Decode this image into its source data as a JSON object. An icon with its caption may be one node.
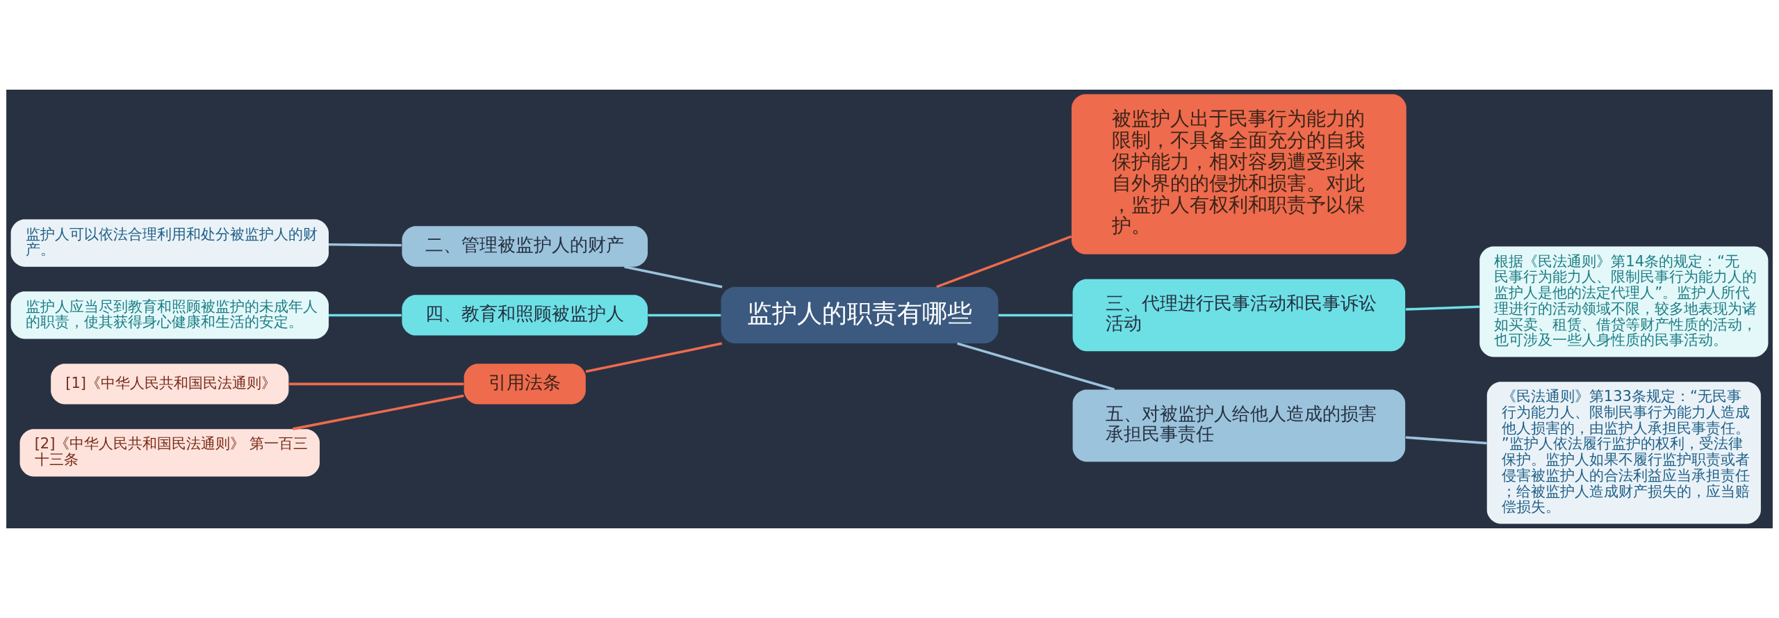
{
  "diagram": {
    "nodes": [
      {
        "text": [
          "监护人的职责有哪些"
        ]
      },
      {
        "text": [
          "被监护人出于民事行为能力的限制，不具备全面充分的自我保护能力，相对容易遭受到来自外界的的侵扰和损害。对此，监护人有权利和职责予以保护。"
        ]
      },
      {
        "text": [
          "三、代理进行民事活动和民事诉讼活动"
        ]
      },
      {
        "text": [
          "根据《民法通则》第14条的规定：“无民事行为能力人、限制民事行为能力人的监护人是他的法定代理人”。监护人所代理进行的活动领域不限，较多地表现为诸如买卖、租赁、借贷等财产性质的活动，也可涉及一些人身性质的民事活动。"
        ]
      },
      {
        "text": [
          "五、对被监护人给他人造成的损害承担民事责任"
        ]
      },
      {
        "text": [
          "《民法通则》第133条规定：“无民事行为能力人、限制民事行为能力人造成他人损害的，由监护人承担民事责任。”监护人依法履行监护的权利，受法律保护。监护人如果不履行监护职责或者侵害被监护人的合法利益应当承担责任；给被监护人造成财产损失的，应当赔偿损失。"
        ]
      },
      {
        "text": [
          "二、管理被监护人的财产"
        ]
      },
      {
        "text": [
          "监护人可以依法合理利用和处分被监护人的财产。"
        ]
      },
      {
        "text": [
          "四、教育和照顾被监护人"
        ]
      },
      {
        "text": [
          "监护人应当尽到教育和照顾被监护的未成年人的职责，使其获得身心健康和生活的安定。"
        ]
      },
      {
        "text": [
          "引用法条"
        ]
      },
      {
        "text": [
          "[1]《中华人民共和国民法通则》"
        ]
      },
      {
        "text": [
          "[2]《中华人民共和国民法通则》 第一百三十三条"
        ]
      }
    ],
    "edges": [
      {
        "from": 0,
        "to": 1,
        "arrow": "none",
        "color": "#ee6b4d"
      },
      {
        "from": 0,
        "to": 2,
        "arrow": "none",
        "color": "#6de0e6"
      },
      {
        "from": 2,
        "to": 3,
        "arrow": "none",
        "color": "#6de0e6"
      },
      {
        "from": 0,
        "to": 4,
        "arrow": "none",
        "color": "#9cc3dc"
      },
      {
        "from": 4,
        "to": 5,
        "arrow": "none",
        "color": "#9cc3dc"
      },
      {
        "from": 6,
        "to": 0,
        "arrow": "none",
        "color": "#9cc3dc"
      },
      {
        "from": 7,
        "to": 6,
        "arrow": "none",
        "color": "#9cc3dc"
      },
      {
        "from": 8,
        "to": 0,
        "arrow": "none",
        "color": "#6de0e6"
      },
      {
        "from": 9,
        "to": 8,
        "arrow": "none",
        "color": "#6de0e6"
      },
      {
        "from": 10,
        "to": 0,
        "arrow": "none",
        "color": "#ee6b4d"
      },
      {
        "from": 11,
        "to": 10,
        "arrow": "none",
        "color": "#ee6b4d"
      },
      {
        "from": 12,
        "to": 10,
        "arrow": "none",
        "color": "#ee6b4d"
      }
    ]
  }
}
